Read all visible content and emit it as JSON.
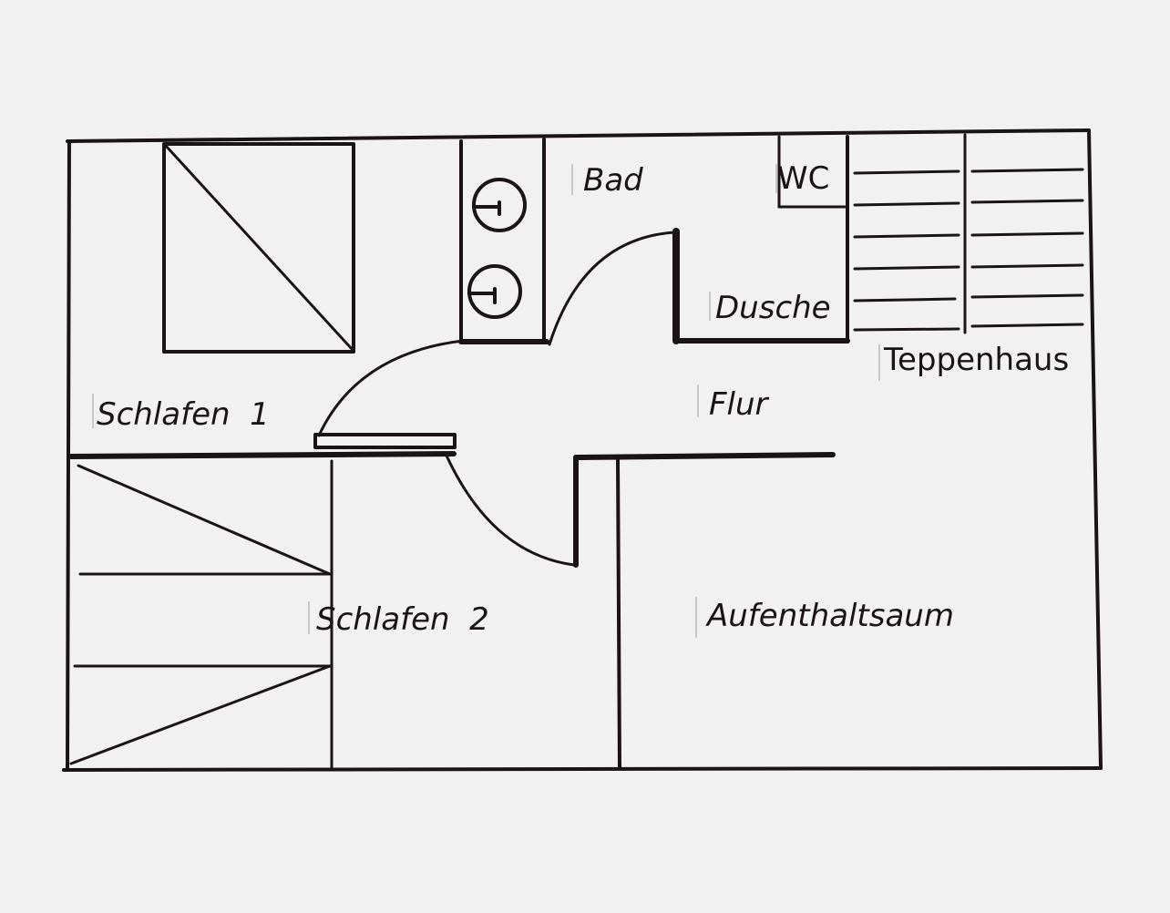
{
  "rooms": {
    "bad": "Bad",
    "wc": "WC",
    "dusche": "Dusche",
    "treppenhaus": "Teppenhaus",
    "flur": "Flur",
    "schlafen1": "Schlafen  1",
    "schlafen2": "Schlafen  2",
    "aufenthaltsraum": "Aufenthaltsaum"
  },
  "colors": {
    "ink": "#1a1416",
    "paper": "#f1f1f1"
  }
}
